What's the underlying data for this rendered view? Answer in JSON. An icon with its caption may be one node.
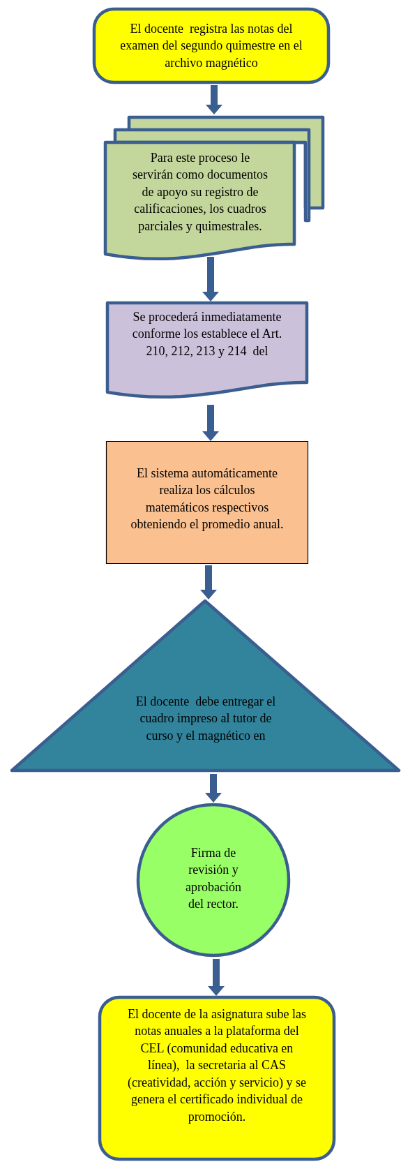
{
  "diagram": {
    "nodes": [
      {
        "text": [
          "El docente  registra las notas del examen del segundo quimestre en el archivo magnético"
        ]
      },
      {
        "text": [
          "Para este proceso le servirán como documentos de apoyo su registro de calificaciones, los cuadros parciales y quimestrales."
        ]
      },
      {
        "text": [
          "Se procederá inmediatamente conforme los establece el Art. 210, 212, 213 y 214  del"
        ]
      },
      {
        "text": [
          "El sistema automáticamente realiza los cálculos matemáticos respectivos obteniendo el promedio anual."
        ]
      },
      {
        "text": [
          "El docente  debe entregar el cuadro impreso al tutor de curso y el magnético en"
        ]
      },
      {
        "text": [
          "Firma de revisión y aprobación del rector."
        ]
      },
      {
        "text": [
          "El docente de la asignatura sube las notas anuales a la plataforma del CEL (comunidad educativa en línea),  la secretaria al CAS (creatividad, acción y servicio) y se genera el certificado individual de promoción."
        ]
      }
    ],
    "edges": [
      {
        "from": 0,
        "to": 1,
        "arrow": "to"
      },
      {
        "from": 1,
        "to": 2,
        "arrow": "to"
      },
      {
        "from": 2,
        "to": 3,
        "arrow": "to"
      },
      {
        "from": 3,
        "to": 4,
        "arrow": "to"
      },
      {
        "from": 4,
        "to": 5,
        "arrow": "to"
      },
      {
        "from": 5,
        "to": 6,
        "arrow": "to"
      }
    ]
  }
}
